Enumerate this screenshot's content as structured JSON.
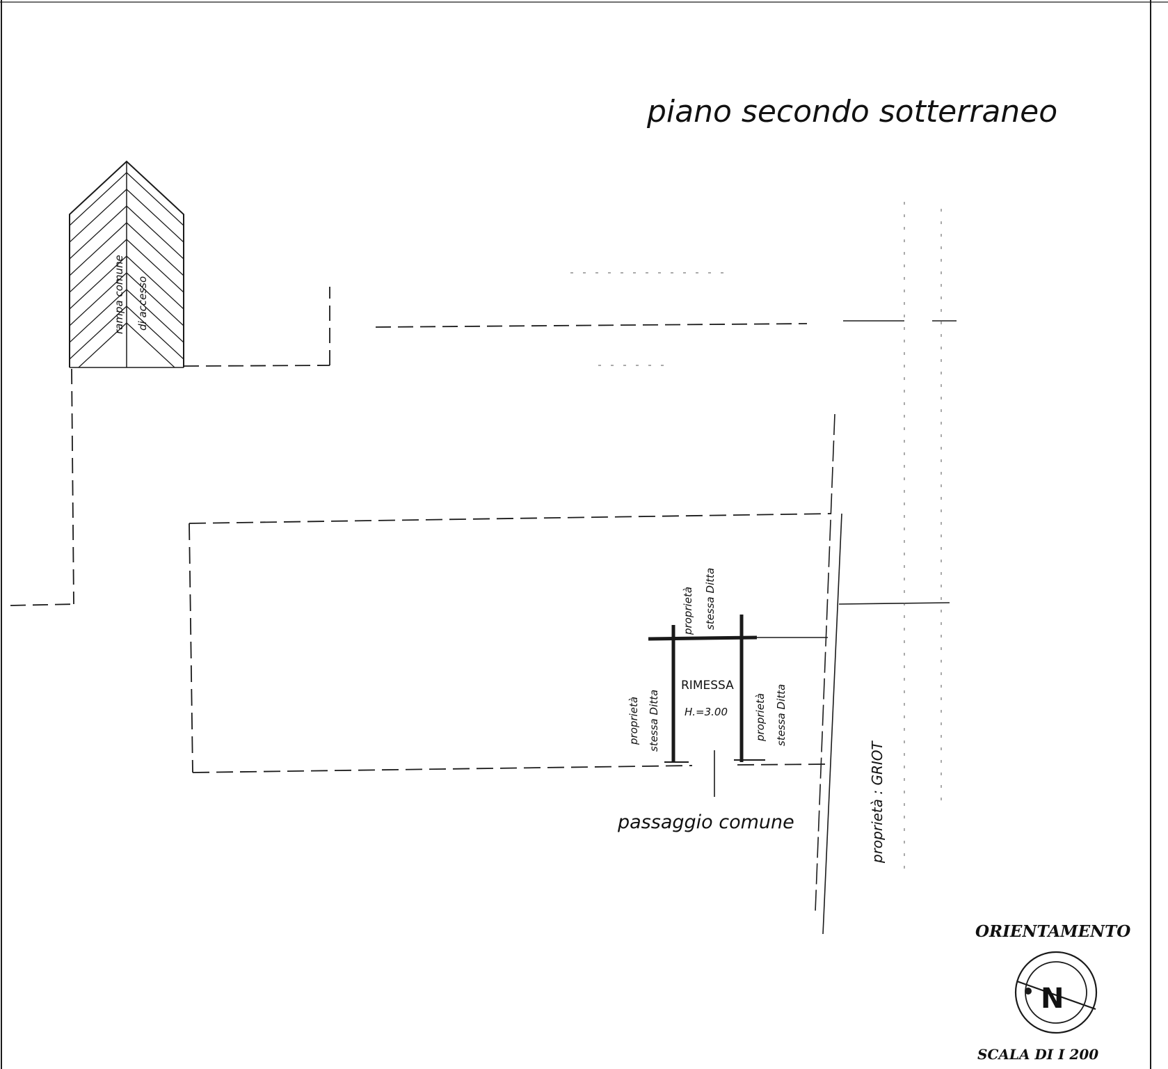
{
  "title": "piano secondo sotterraneo",
  "ramp_label_1": "rampa comune",
  "ramp_label_2": "di accesso",
  "room": {
    "name": "RIMESSA",
    "height": "H.=3.00"
  },
  "labels": {
    "top_owner_1": "proprietà",
    "top_owner_2": "stessa Ditta",
    "left_owner_1": "proprietà",
    "left_owner_2": "stessa Ditta",
    "right_owner_1": "proprietà",
    "right_owner_2": "stessa Ditta",
    "passage": "passaggio comune",
    "neighbor": "proprietà : GRIOT"
  },
  "orientation": {
    "heading": "ORIENTAMENTO",
    "north": "N"
  },
  "scale": "SCALA DI I 200",
  "colors": {
    "ink": "#1a1a1a",
    "paper": "#ffffff"
  }
}
